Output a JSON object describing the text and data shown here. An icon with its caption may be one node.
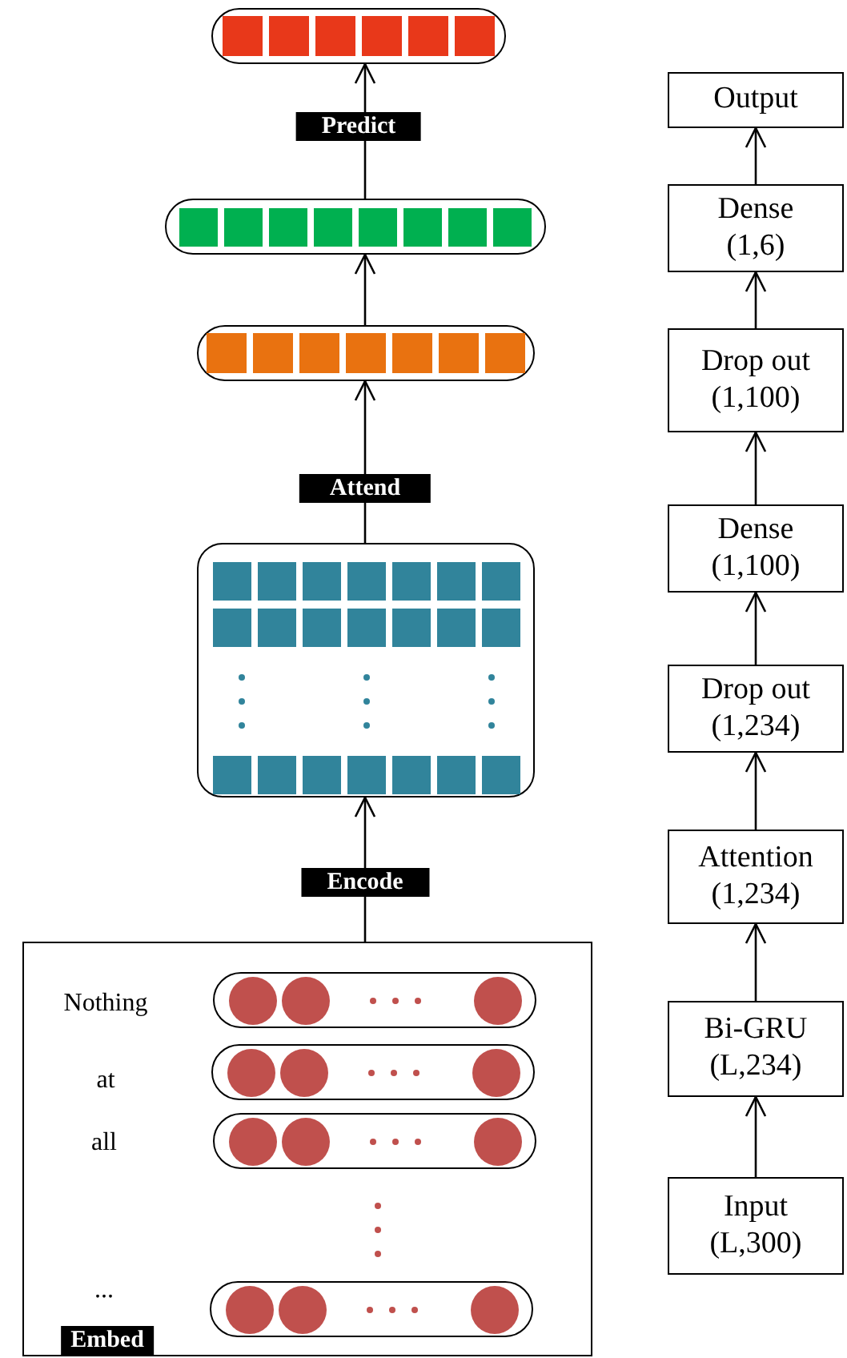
{
  "diagram": {
    "nodes": [
      {
        "text": [],
        "shape": "bar"
      },
      {
        "text": [],
        "shape": "bar"
      },
      {
        "text": [],
        "shape": "bar"
      },
      {
        "text": [],
        "shape": "box"
      },
      {
        "text": [
          "Nothing",
          "at",
          "all",
          "...",
          "Embed"
        ]
      },
      {
        "text": [],
        "shape": "bar",
        "in": 4
      },
      {
        "text": [],
        "shape": "bar",
        "in": 4
      },
      {
        "text": [],
        "shape": "bar",
        "in": 4
      },
      {
        "text": [],
        "shape": "bar",
        "in": 4
      },
      {
        "text": [
          "Output"
        ]
      },
      {
        "text": [
          "Dense",
          "(1,6)"
        ]
      },
      {
        "text": [
          "Drop out",
          "(1,100)"
        ]
      },
      {
        "text": [
          "Dense",
          "(1,100)"
        ]
      },
      {
        "text": [
          "Drop out",
          "(1,234)"
        ]
      },
      {
        "text": [
          "Attention",
          "(1,234)"
        ]
      },
      {
        "text": [
          "Bi-GRU",
          "(L,234)"
        ]
      },
      {
        "text": [
          "Input",
          "(L,300)"
        ]
      }
    ],
    "edges": [
      {
        "from": 1,
        "to": 0,
        "arrow": "to",
        "label": "Predict"
      },
      {
        "from": 2,
        "to": 1,
        "arrow": "to"
      },
      {
        "from": 3,
        "to": 2,
        "arrow": "to",
        "label": "Attend"
      },
      {
        "from": 4,
        "to": 3,
        "arrow": "to",
        "label": "Encode"
      },
      {
        "from": 16,
        "to": 15,
        "arrow": "to"
      },
      {
        "from": 15,
        "to": 14,
        "arrow": "to"
      },
      {
        "from": 14,
        "to": 13,
        "arrow": "to"
      },
      {
        "from": 13,
        "to": 12,
        "arrow": "to"
      },
      {
        "from": 12,
        "to": 11,
        "arrow": "to"
      },
      {
        "from": 11,
        "to": 10,
        "arrow": "to"
      },
      {
        "from": 10,
        "to": 9,
        "arrow": "to"
      }
    ]
  }
}
